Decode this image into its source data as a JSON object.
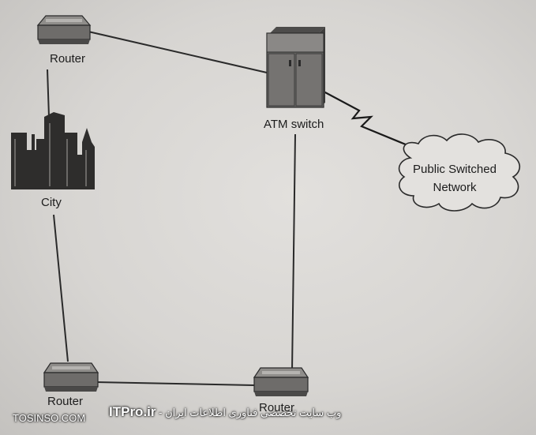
{
  "nodes": {
    "router_top": {
      "label": "Router"
    },
    "atm_switch": {
      "label": "ATM switch"
    },
    "city": {
      "label": "City"
    },
    "cloud": {
      "line1": "Public Switched",
      "line2": "Network"
    },
    "router_bottom_left": {
      "label": "Router"
    },
    "router_bottom_right": {
      "label": "Router"
    }
  },
  "watermark": {
    "left": "TOSINSO.COM",
    "right_text": "وب سایت تخصصی فناوری اطلاعات ایران -",
    "site": "ITPro.ir"
  }
}
